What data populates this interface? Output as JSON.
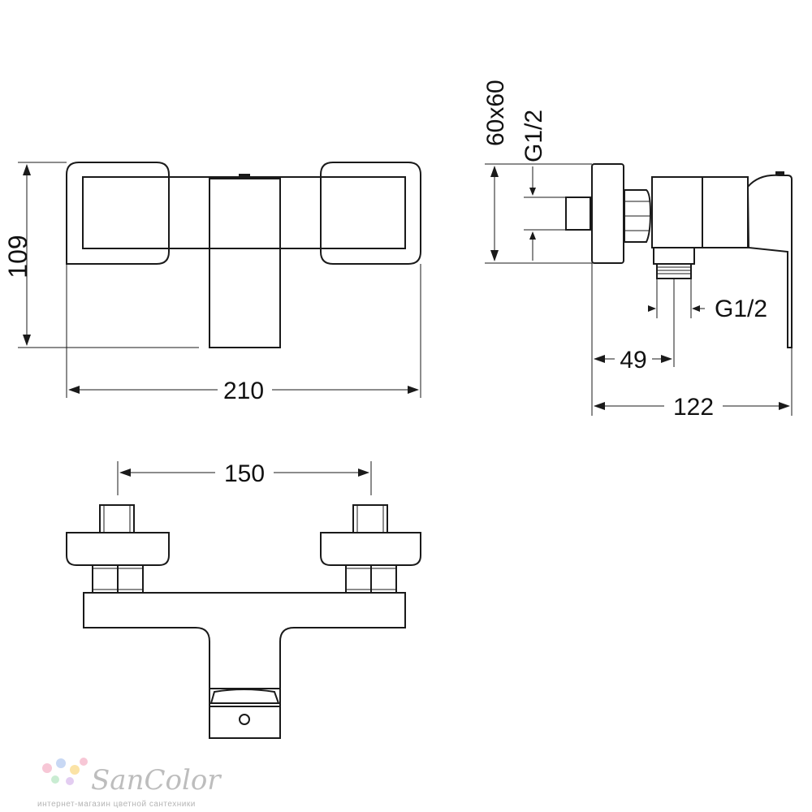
{
  "dimensions": {
    "height": "109",
    "width": "210",
    "flange": "60x60",
    "inlet_thread": "G1/2",
    "outlet_thread": "G1/2",
    "depth_outlet": "49",
    "depth_total": "122",
    "centers": "150"
  },
  "watermark": {
    "brand": "SanColor",
    "tagline": "интернет-магазин цветной сантехники",
    "dot_colors": [
      "#f7c7d6",
      "#c8d8f4",
      "#fbe3a6",
      "#c9ecd2",
      "#e3cdf1"
    ]
  }
}
